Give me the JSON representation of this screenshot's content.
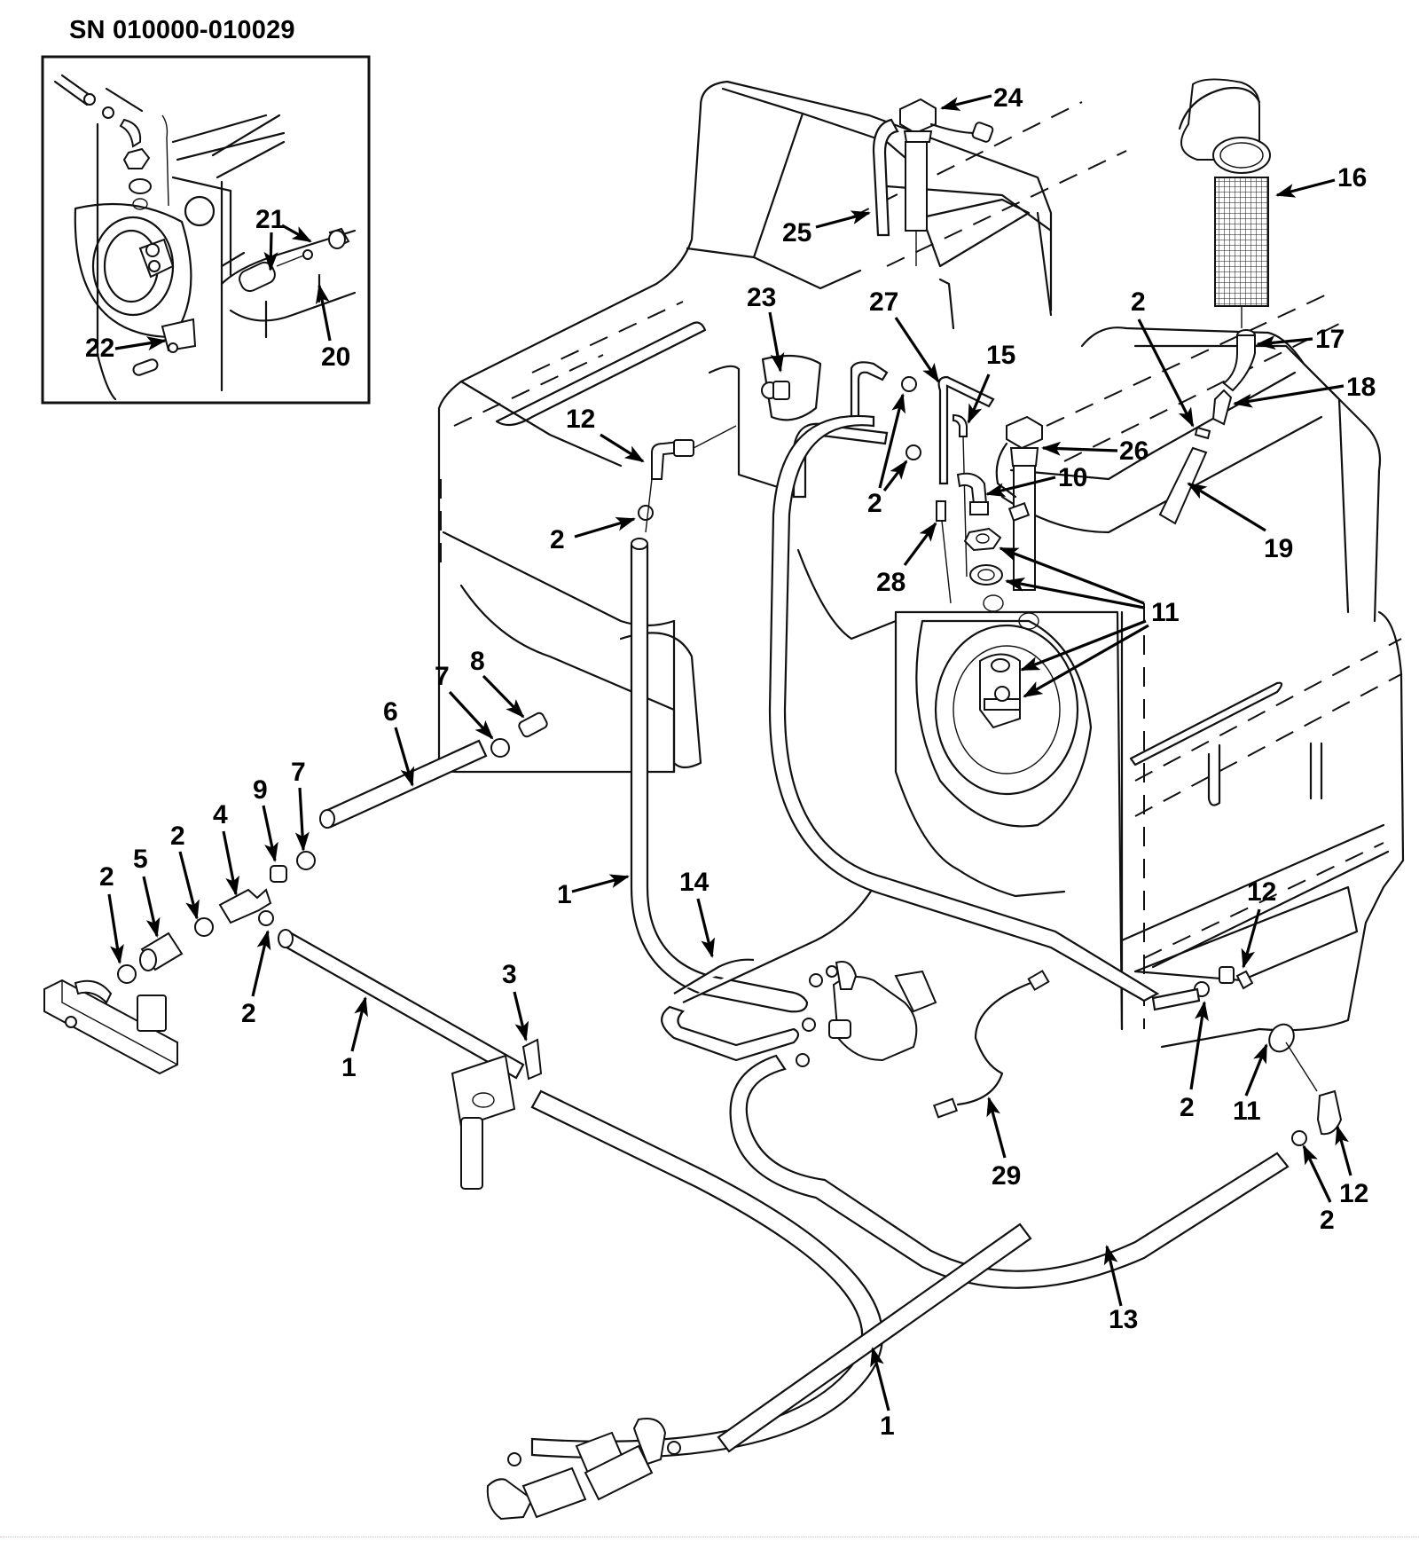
{
  "inset": {
    "heading": "SN 010000-010029",
    "callouts": [
      "21",
      "20",
      "22"
    ]
  },
  "callouts": {
    "c24": "24",
    "c25": "25",
    "c16": "16",
    "c23": "23",
    "c27": "27",
    "c15": "15",
    "c2_top_right": "2",
    "c17": "17",
    "c18": "18",
    "c12_left": "12",
    "c26": "26",
    "c10": "10",
    "c2_pair": "2",
    "c2_under12": "2",
    "c19": "19",
    "c28": "28",
    "c11_main": "11",
    "c6": "6",
    "c7_right": "7",
    "c8": "8",
    "c9": "9",
    "c7_left": "7",
    "c4": "4",
    "c2_mid": "2",
    "c5": "5",
    "c2_far_left": "2",
    "c1_vertical": "1",
    "c14": "14",
    "c2_below_tee": "2",
    "c1_lower_left": "1",
    "c3": "3",
    "c12_right": "12",
    "c2_lower_right": "2",
    "c11_lower": "11",
    "c29": "29",
    "c12_bottom": "12",
    "c2_bottom_right": "2",
    "c13": "13",
    "c1_bottom": "1"
  },
  "icons": {
    "arrow": "callout-arrow",
    "strainer": "strainer-basket",
    "pump": "pump",
    "valve": "solenoid-valve"
  }
}
